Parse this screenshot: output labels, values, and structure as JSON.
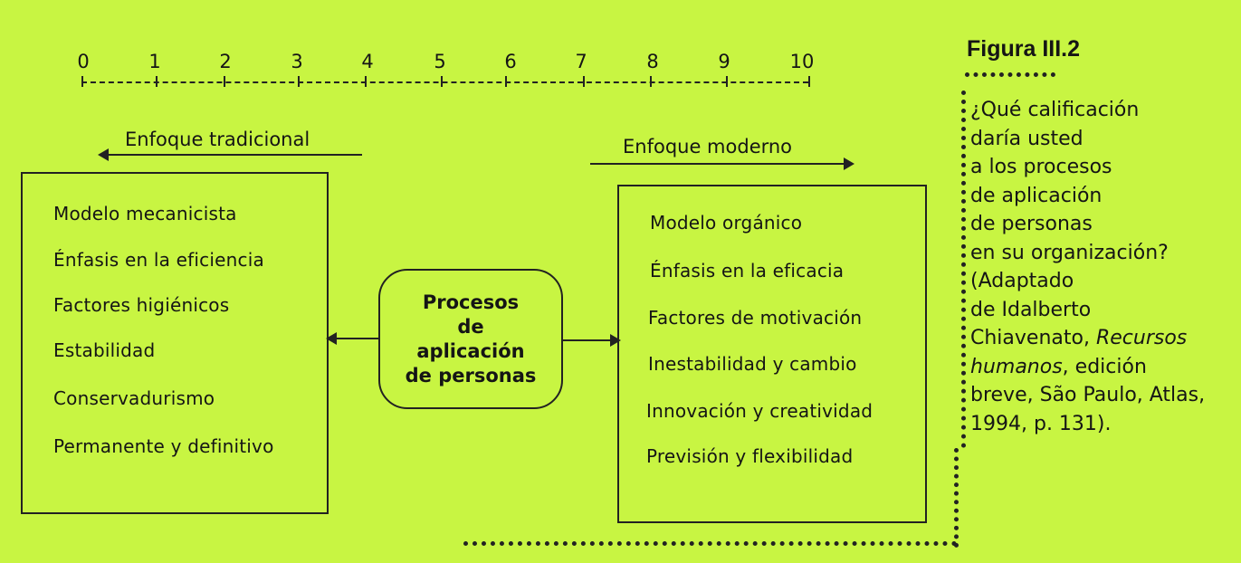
{
  "scale": {
    "ticks": [
      "0",
      "1",
      "2",
      "3",
      "4",
      "5",
      "6",
      "7",
      "8",
      "9",
      "10"
    ]
  },
  "traditional": {
    "label": "Enfoque tradicional",
    "items": [
      "Modelo mecanicista",
      "Énfasis en la eficiencia",
      "Factores higiénicos",
      "Estabilidad",
      "Conservadurismo",
      "Permanente y definitivo"
    ]
  },
  "modern": {
    "label": "Enfoque moderno",
    "items": [
      "Modelo orgánico",
      "Énfasis en la eficacia",
      "Factores de motivación",
      "Inestabilidad y cambio",
      "Innovación y creatividad",
      "Previsión y flexibilidad"
    ]
  },
  "center": {
    "lines": [
      "Procesos",
      "de",
      "aplicación",
      "de personas"
    ]
  },
  "figure": {
    "title": "Figura III.2",
    "lines": [
      "¿Qué calificación",
      "daría usted",
      "a los procesos",
      "de aplicación",
      "de personas",
      "en su organización?",
      "(Adaptado",
      "de Idalberto"
    ],
    "citation_prefix": "Chiavenato, ",
    "citation_book_1": "Recursos",
    "citation_book_2": "humanos",
    "citation_suffix": ", edición",
    "citation_line_3": "breve, São Paulo, Atlas,",
    "citation_line_4": "1994, p. 131)."
  }
}
